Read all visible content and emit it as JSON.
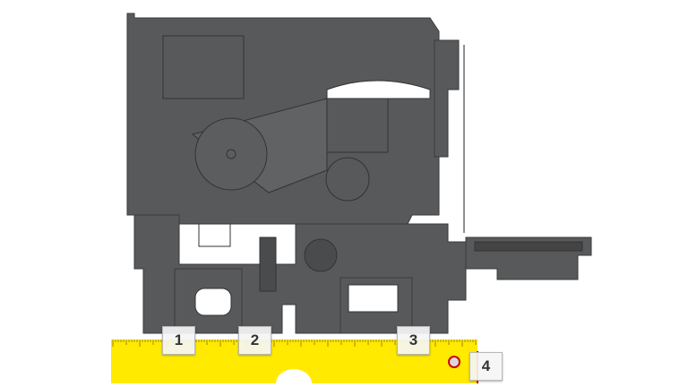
{
  "callouts": [
    {
      "number": "1"
    },
    {
      "number": "2"
    },
    {
      "number": "3"
    },
    {
      "number": "4"
    }
  ],
  "colors": {
    "machine": "#58595b",
    "machine_dark": "#3f4042",
    "ruler": "#ffea00",
    "ruler_ticks": "#a08a00",
    "marker": "#d00000"
  }
}
